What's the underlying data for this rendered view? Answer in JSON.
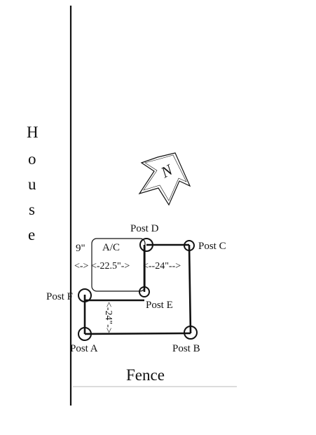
{
  "house_letters": [
    "H",
    "o",
    "u",
    "s",
    "e"
  ],
  "fence_label": "Fence",
  "north": {
    "label": "N",
    "icon": "north-arrow-icon"
  },
  "ac_label": "A/C",
  "posts": {
    "a": "Post A",
    "b": "Post B",
    "c": "Post C",
    "d": "Post D",
    "e": "Post E",
    "f": "Post F"
  },
  "dimensions": {
    "left_gap": "9\"",
    "left_gap_arrow": "<->",
    "ac_width": "<-22.5\"->",
    "right_span": "<--24\"-->",
    "vertical": "<-24\"->"
  }
}
